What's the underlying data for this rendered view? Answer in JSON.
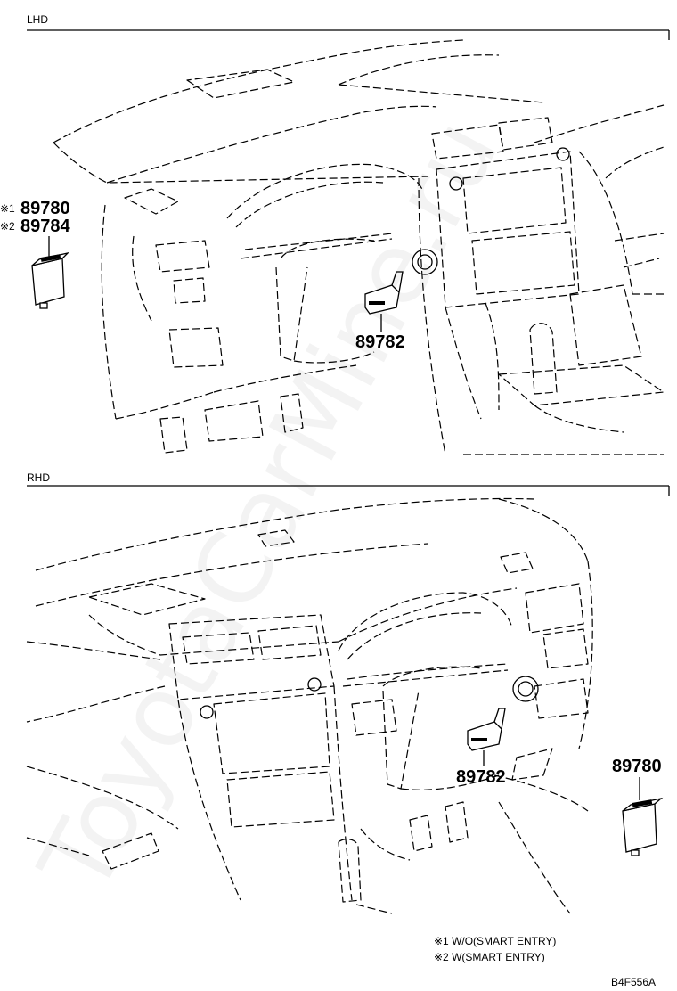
{
  "sections": {
    "top": {
      "label": "LHD"
    },
    "bottom": {
      "label": "RHD"
    }
  },
  "parts": {
    "lhd_primary": {
      "mark": "※1",
      "number": "89780"
    },
    "lhd_secondary": {
      "mark": "※2",
      "number": "89784"
    },
    "lhd_sensor": {
      "number": "89782"
    },
    "rhd_sensor": {
      "number": "89782"
    },
    "rhd_unit": {
      "number": "89780"
    }
  },
  "notes": [
    "※1 W/O(SMART ENTRY)",
    "※2 W(SMART ENTRY)"
  ],
  "figure_code": "B4F556A",
  "watermark": "ToyotaCarMine.ru"
}
